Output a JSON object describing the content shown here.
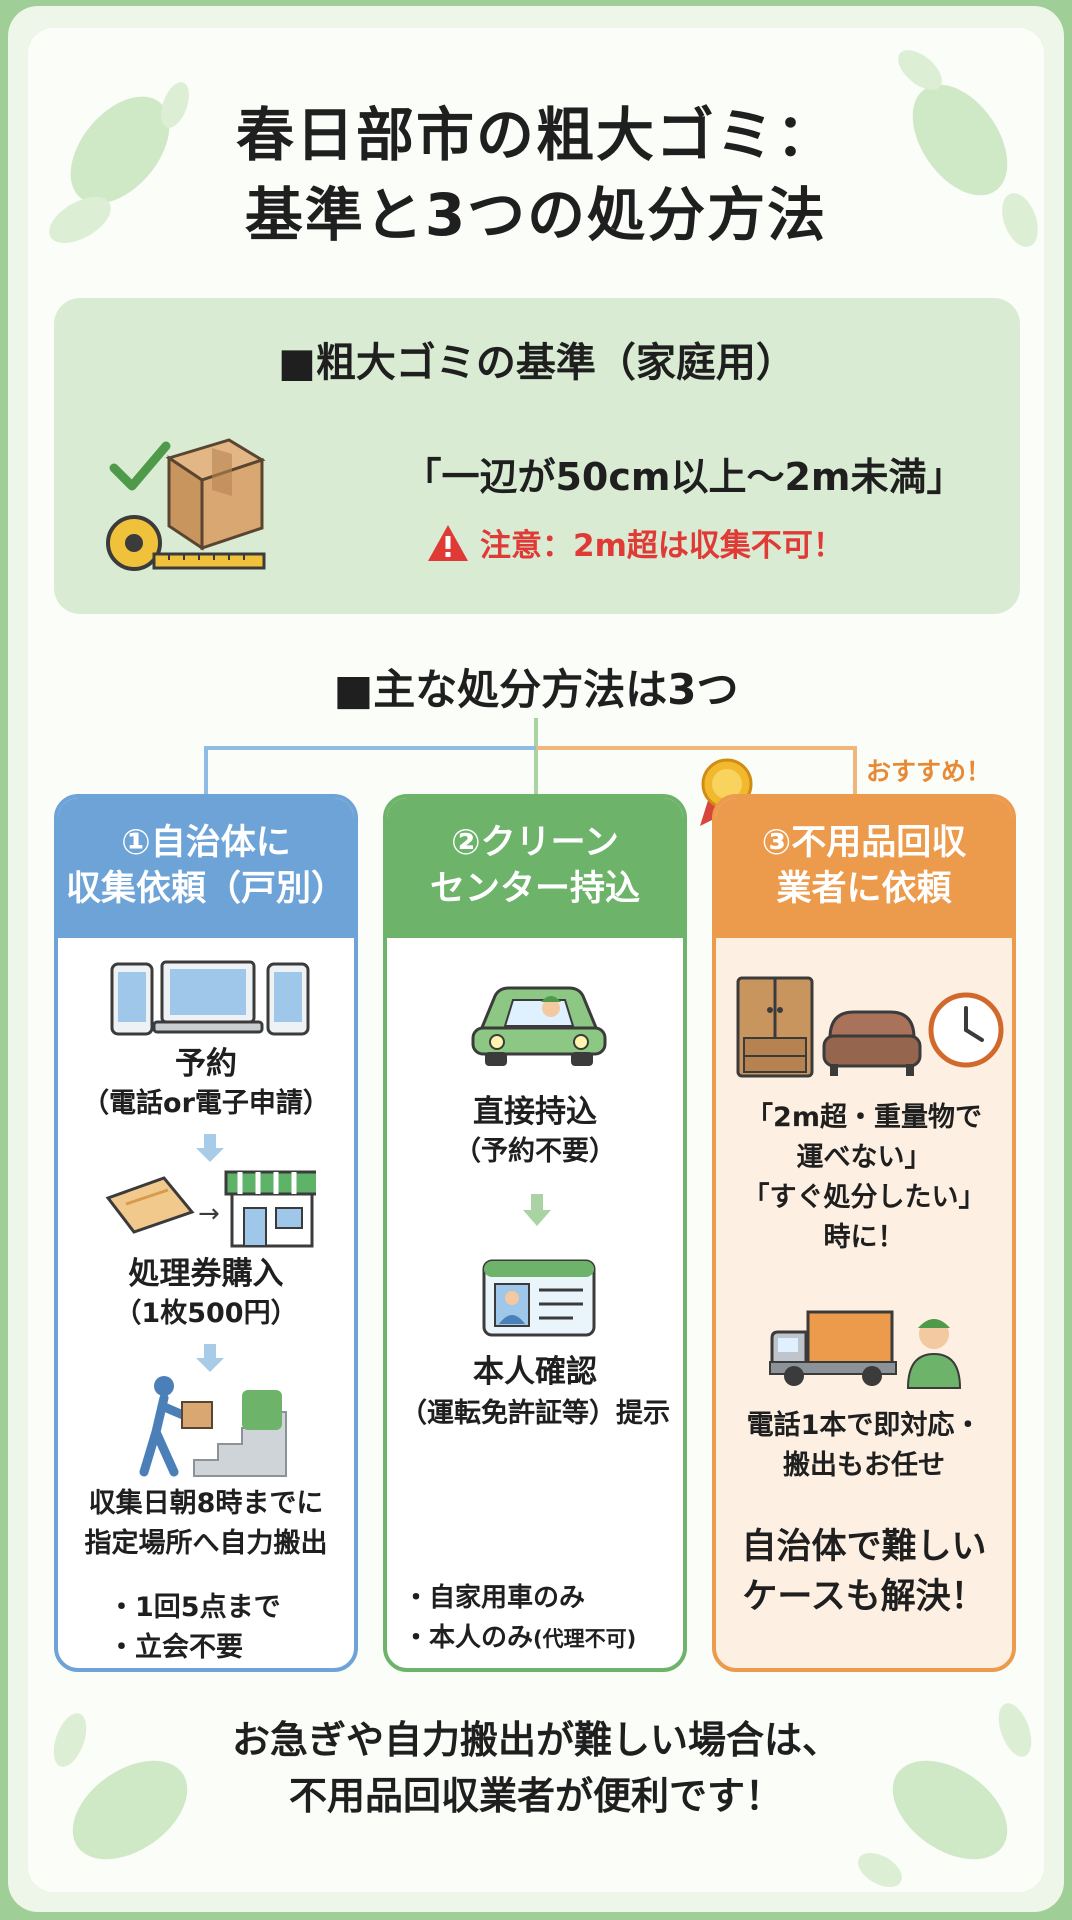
{
  "title": {
    "line1": "春日部市の粗大ゴミ：",
    "line2": "基準と3つの処分方法"
  },
  "criteria": {
    "heading": "■粗大ゴミの基準（家庭用）",
    "rule": "「一辺が50cm以上～2m未満」",
    "warning": "注意：2m超は収集不可！"
  },
  "methods_heading": "■主な処分方法は3つ",
  "recommend_label": "おすすめ！",
  "methods": [
    {
      "title_line1": "①自治体に",
      "title_line2": "収集依頼（戸別）",
      "step1_title": "予約",
      "step1_detail": "（電話or電子申請）",
      "step2_title": "処理券購入",
      "step2_detail": "（1枚500円）",
      "step3_line1": "収集日朝8時までに",
      "step3_line2": "指定場所へ自力搬出",
      "bullets": [
        "・1回5点まで",
        "・立会不要"
      ]
    },
    {
      "title_line1": "②クリーン",
      "title_line2": "センター持込",
      "step1_title": "直接持込",
      "step1_detail": "（予約不要）",
      "step2_title": "本人確認",
      "step2_detail": "（運転免許証等）提示",
      "bullet1": "・自家用車のみ",
      "bullet2_main": "・本人のみ",
      "bullet2_note": "(代理不可)"
    },
    {
      "title_line1": "③不用品回収",
      "title_line2": "業者に依頼",
      "case_line1": "「2m超・重量物で",
      "case_line2": "運べない」",
      "case_line3": "「すぐ処分したい」",
      "case_line4": "時に！",
      "service_line1": "電話1本で即対応・",
      "service_line2": "搬出もお任せ",
      "solve_line1": "自治体で難しい",
      "solve_line2": "ケースも解決！"
    }
  ],
  "footer": {
    "line1": "お急ぎや自力搬出が難しい場合は、",
    "line2": "不用品回収業者が便利です！"
  },
  "colors": {
    "method1": "#6ea3d8",
    "method2": "#6db46a",
    "method3": "#ec9a4b",
    "warning": "#e03a36",
    "criteria_bg": "#d9ecd3"
  }
}
